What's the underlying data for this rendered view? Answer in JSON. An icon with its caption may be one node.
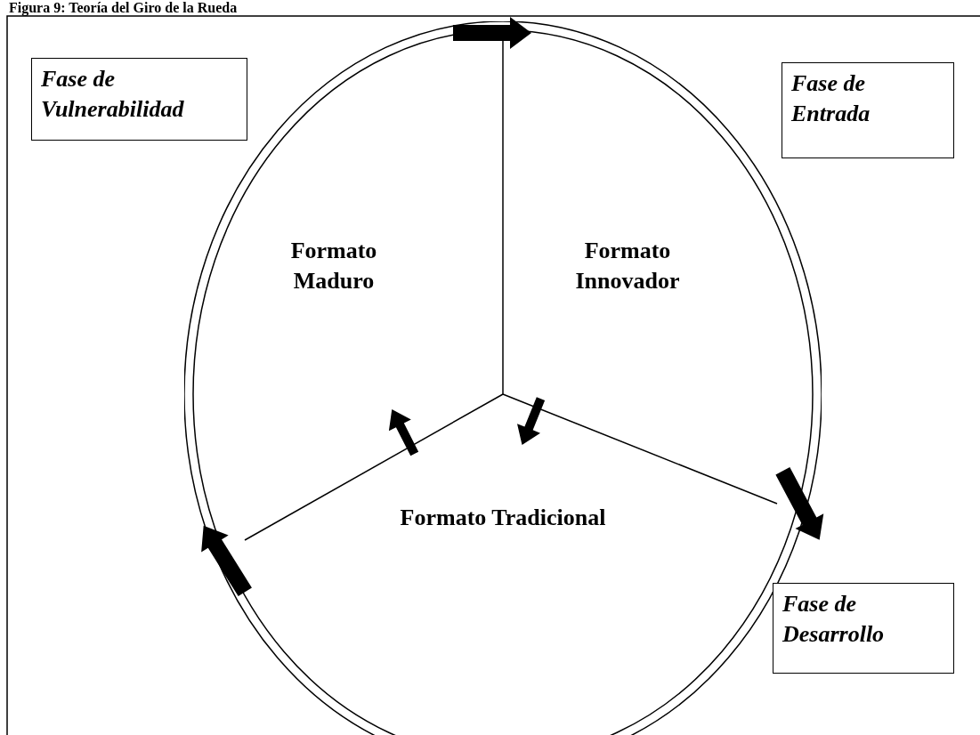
{
  "diagram": {
    "title": "Figura 9: Teoría del Giro de la Rueda",
    "nodes": [
      {
        "text": [],
        "shape": "circle"
      },
      {
        "text": [
          "Formato Maduro"
        ],
        "in": 0
      },
      {
        "text": [
          "Formato Innovador"
        ],
        "in": 0
      },
      {
        "text": [
          "Formato Tradicional"
        ],
        "in": 0
      },
      {
        "text": [
          "Fase de Vulnerabilidad"
        ]
      },
      {
        "text": [
          "Fase de Entrada"
        ]
      },
      {
        "text": [
          "Fase de Desarrollo"
        ]
      }
    ]
  }
}
